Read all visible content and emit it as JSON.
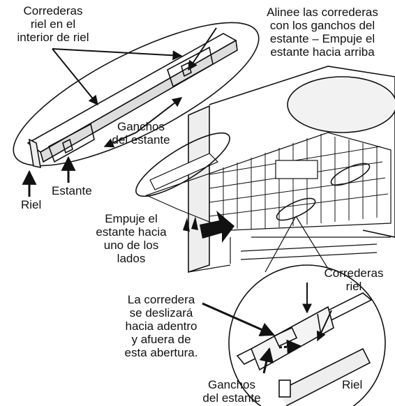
{
  "labels": {
    "correderas_riel_top": [
      "Correderas",
      "riel en el",
      "interior de riel"
    ],
    "alinee": [
      "Alinee las correderas",
      "con los ganchos del",
      "estante – Empuje el",
      "estante hacia arriba"
    ],
    "ganchos_top": [
      "Ganchos",
      "del estante"
    ],
    "estante": "Estante",
    "riel_left": "Riel",
    "empuje": [
      "Empuje el",
      "estante hacia",
      "uno de los",
      "lados"
    ],
    "correderas_riel_right": [
      "Correderas",
      "riel"
    ],
    "la_corredera": [
      "La corredera",
      "se deslizará",
      "hacia adentro",
      "y afuera de",
      "esta abertura."
    ],
    "ganchos_bottom": [
      "Ganchos",
      "del estante"
    ],
    "riel_bottom": "Riel"
  }
}
